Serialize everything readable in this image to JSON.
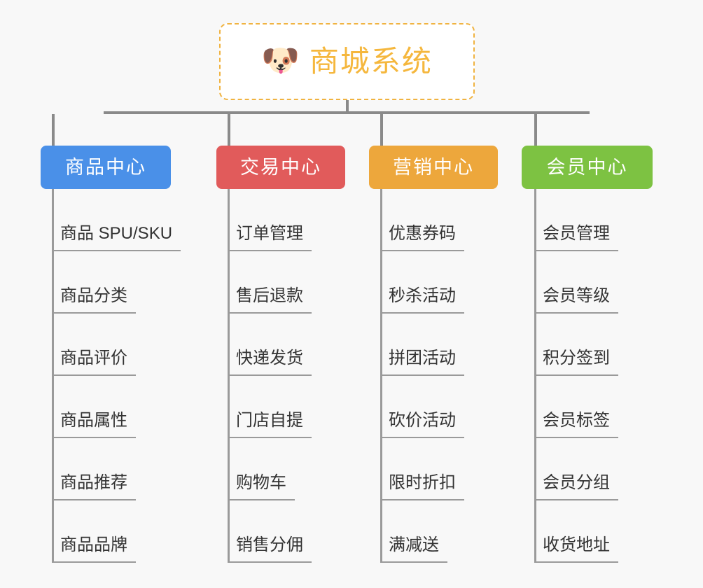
{
  "background_color": "#f8f8f8",
  "root": {
    "icon": "dog-face-emoji",
    "icon_glyph": "🐶",
    "title": "商城系统",
    "color": "#f5b73d",
    "border_color": "#f0b341"
  },
  "connector_color": "#8a8a8a",
  "columns": [
    {
      "id": "product-center",
      "title": "商品中心",
      "color": "#4a90e8",
      "items": [
        "商品 SPU/SKU",
        "商品分类",
        "商品评价",
        "商品属性",
        "商品推荐",
        "商品品牌"
      ]
    },
    {
      "id": "trade-center",
      "title": "交易中心",
      "color": "#e15b5b",
      "items": [
        "订单管理",
        "售后退款",
        "快递发货",
        "门店自提",
        "购物车",
        "销售分佣"
      ]
    },
    {
      "id": "marketing-center",
      "title": "营销中心",
      "color": "#eda73c",
      "items": [
        "优惠券码",
        "秒杀活动",
        "拼团活动",
        "砍价活动",
        "限时折扣",
        "满减送"
      ]
    },
    {
      "id": "member-center",
      "title": "会员中心",
      "color": "#7dc242",
      "items": [
        "会员管理",
        "会员等级",
        "积分签到",
        "会员标签",
        "会员分组",
        "收货地址"
      ]
    }
  ]
}
